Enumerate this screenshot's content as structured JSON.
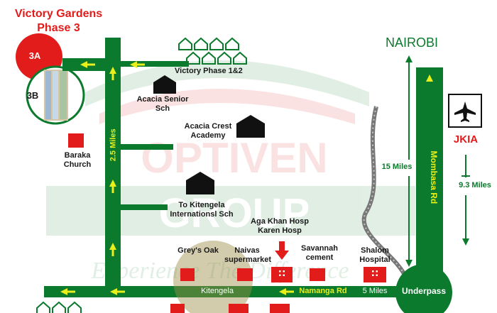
{
  "title": {
    "line1": "Victory Gardens",
    "line2": "Phase 3"
  },
  "watermark": {
    "word1": "OPTIVEN",
    "word2": "GROUP",
    "tagline": "Experience The Difference"
  },
  "phases": {
    "a": "3A",
    "b": "3B"
  },
  "roads": {
    "namanga": "Namanga Rd",
    "kitengela": "Kitengela",
    "mombasa": "Mombasa Rd",
    "underpass": "Underpass"
  },
  "distances": {
    "vertical": "2.5 Miles",
    "mombasa_rd": "15 Miles",
    "namanga_rd": "5 Miles",
    "jkia": "9.3 Miles"
  },
  "places": {
    "victory_phase": "Victory Phase 1&2",
    "acacia_senior": "Acacia Senior Sch",
    "acacia_crest": "Acacia Crest Academy",
    "baraka_church": "Baraka Church",
    "kitengela_intl": "To Kitengela Internationsl Sch",
    "aga_khan": "Aga Khan Hosp Karen Hosp",
    "greys_oak": "Grey's Oak",
    "naivas": "Naivas supermarket",
    "savannah": "Savannah cement",
    "shalom": "Shalom Hospital",
    "nairobi": "NAIROBI",
    "jkia": "JKIA"
  },
  "colors": {
    "road": "#0c7a2d",
    "accent": "#e21b1b",
    "arrow": "#e8ef1a",
    "dashed_marker": "#0c7a2d"
  }
}
